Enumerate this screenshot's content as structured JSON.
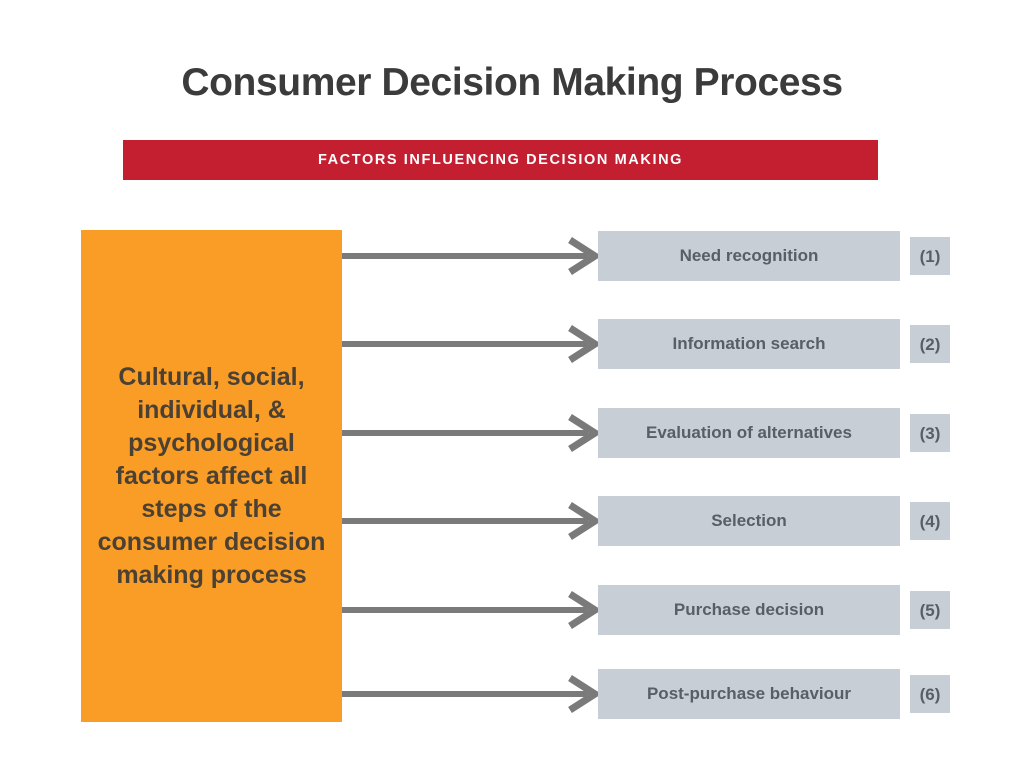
{
  "title": "Consumer Decision Making Process",
  "banner": {
    "label": "FACTORS INFLUENCING DECISION MAKING",
    "color": "#c41f30",
    "text_color": "#ffffff"
  },
  "factors_panel": {
    "text": "Cultural, social, individual, & psychological factors affect all steps of the consumer decision making process",
    "color": "#f99d26",
    "text_color": "#4a4034"
  },
  "steps_style": {
    "box_color": "#c7ced6",
    "text_color": "#575e66",
    "arrow_color": "#7a7a7a"
  },
  "steps": [
    {
      "label": "Need recognition",
      "number": "(1)"
    },
    {
      "label": "Information search",
      "number": "(2)"
    },
    {
      "label": "Evaluation of alternatives",
      "number": "(3)"
    },
    {
      "label": "Selection",
      "number": "(4)"
    },
    {
      "label": "Purchase decision",
      "number": "(5)"
    },
    {
      "label": "Post-purchase behaviour",
      "number": "(6)"
    }
  ],
  "arrow_icon_name": "arrow-right-icon"
}
